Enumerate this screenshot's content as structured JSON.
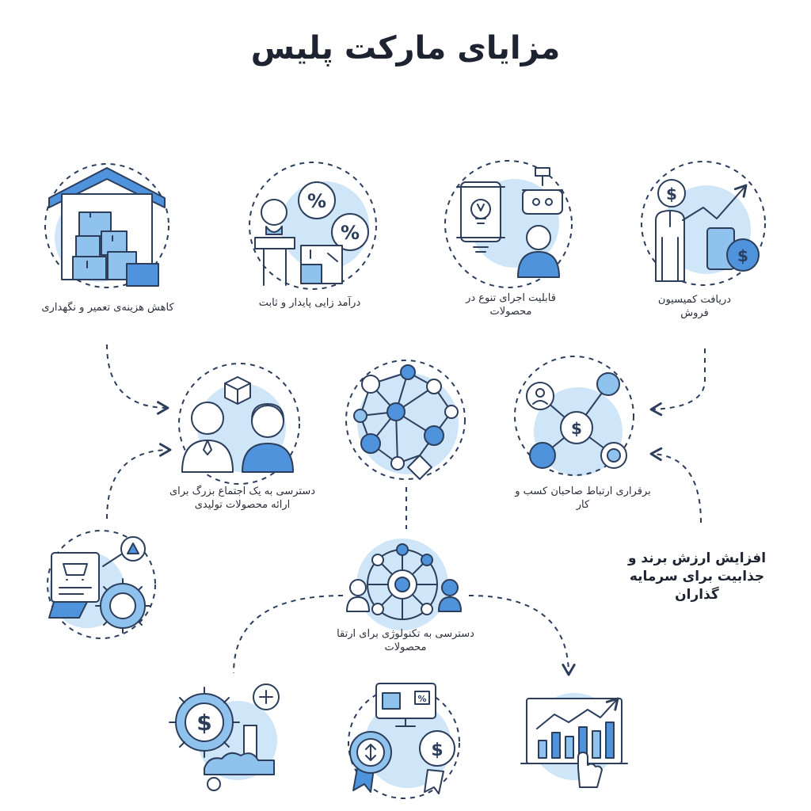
{
  "title": "مزایای مارکت پلیس",
  "benefits": [
    {
      "id": "maintenance",
      "text": "کاهش هزینه‌ی تعمیر و نگهداری",
      "icon": "warehouse-icon"
    },
    {
      "id": "income",
      "text": "درآمد زایی پایدار و ثابت",
      "icon": "percent-icon"
    },
    {
      "id": "variety",
      "text": "قابلیت اجرای تنوع در محصولات",
      "icon": "idea-robot-icon"
    },
    {
      "id": "commission",
      "text": "دریافت کمیسیون فروش",
      "icon": "growth-chart-icon"
    },
    {
      "id": "community",
      "text": "دسترسی به یک اجتماع بزرگ برای ارائه محصولات تولیدی",
      "icon": "people-icon"
    },
    {
      "id": "network",
      "text": "",
      "icon": "network-icon"
    },
    {
      "id": "connection",
      "text": "برقراری ارتباط صاحبان کسب و کار",
      "icon": "dollar-network-icon"
    },
    {
      "id": "brand",
      "text": "افزایش ارزش برند و جذابیت برای سرمایه گذاران",
      "icon": ""
    },
    {
      "id": "technology",
      "text": "دسترسی به تکنولوژی برای ارتقا محصولات",
      "icon": "tech-hub-icon"
    },
    {
      "id": "shop",
      "text": "",
      "icon": "shop-gear-icon"
    },
    {
      "id": "money",
      "text": "",
      "icon": "money-gear-icon"
    },
    {
      "id": "quality",
      "text": "",
      "icon": "quality-badge-icon"
    },
    {
      "id": "analytics",
      "text": "",
      "icon": "analytics-screen-icon"
    }
  ]
}
